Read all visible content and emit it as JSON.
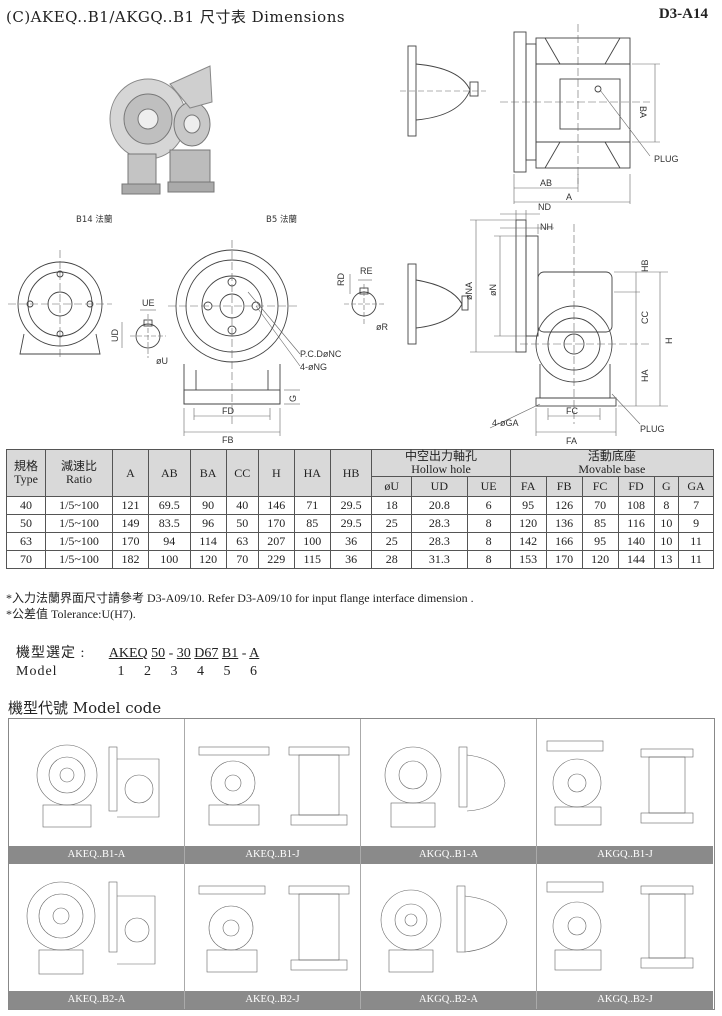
{
  "header": {
    "title": "(C)AKEQ..B1/AKGQ..B1 尺寸表 Dimensions",
    "page_code": "D3-A14"
  },
  "drawing_labels": {
    "ab": "AB",
    "a": "A",
    "ba": "BA",
    "plug": "PLUG",
    "b14": "B14 法蘭",
    "b5": "B5 法蘭",
    "ue": "UE",
    "ud": "UD",
    "ou": "øU",
    "rd": "RD",
    "re": "RE",
    "or": "øR",
    "pcd": "P.C.DøNC",
    "ng": "4-øNG",
    "fd": "FD",
    "fb": "FB",
    "g": "G",
    "nd": "ND",
    "nh": "NH",
    "ona": "øNA",
    "on": "øN",
    "hb": "HB",
    "cc": "CC",
    "h": "H",
    "ha": "HA",
    "ga": "4-øGA",
    "fc": "FC",
    "fa": "FA"
  },
  "table": {
    "head_type": [
      "規格",
      "Type"
    ],
    "head_ratio": [
      "減速比",
      "Ratio"
    ],
    "head_simple": [
      "A",
      "AB",
      "BA",
      "CC",
      "H",
      "HA",
      "HB"
    ],
    "hollow_group": [
      "中空出力軸孔",
      "Hollow hole"
    ],
    "hollow_cols": [
      "øU",
      "UD",
      "UE"
    ],
    "base_group": [
      "活動底座",
      "Movable base"
    ],
    "base_cols": [
      "FA",
      "FB",
      "FC",
      "FD",
      "G",
      "GA"
    ],
    "rows": [
      [
        "40",
        "1/5~100",
        "121",
        "69.5",
        "90",
        "40",
        "146",
        "71",
        "29.5",
        "18",
        "20.8",
        "6",
        "95",
        "126",
        "70",
        "108",
        "8",
        "7"
      ],
      [
        "50",
        "1/5~100",
        "149",
        "83.5",
        "96",
        "50",
        "170",
        "85",
        "29.5",
        "25",
        "28.3",
        "8",
        "120",
        "136",
        "85",
        "116",
        "10",
        "9"
      ],
      [
        "63",
        "1/5~100",
        "170",
        "94",
        "114",
        "63",
        "207",
        "100",
        "36",
        "25",
        "28.3",
        "8",
        "142",
        "166",
        "95",
        "140",
        "10",
        "11"
      ],
      [
        "70",
        "1/5~100",
        "182",
        "100",
        "120",
        "70",
        "229",
        "115",
        "36",
        "28",
        "31.3",
        "8",
        "153",
        "170",
        "120",
        "144",
        "13",
        "11"
      ]
    ]
  },
  "notes": {
    "line1": "*入力法蘭界面尺寸請參考 D3-A09/10.  Refer D3-A09/10 for input flange  interface dimension .",
    "line2": "*公差值 Tolerance:U(H7)."
  },
  "model": {
    "label_cn": "機型選定 :",
    "code_parts": [
      "AKEQ",
      "50",
      "-",
      "30",
      "D67",
      "B1",
      "-",
      "A"
    ],
    "label_en": "Model",
    "numbers": [
      "1",
      "2",
      "3",
      "4",
      "5",
      "6"
    ]
  },
  "model_code": {
    "title": "機型代號 Model code",
    "captions": [
      "AKEQ..B1-A",
      "AKEQ..B1-J",
      "AKGQ..B1-A",
      "AKGQ..B1-J",
      "AKEQ..B2-A",
      "AKEQ..B2-J",
      "AKGQ..B2-A",
      "AKGQ..B2-J"
    ]
  }
}
